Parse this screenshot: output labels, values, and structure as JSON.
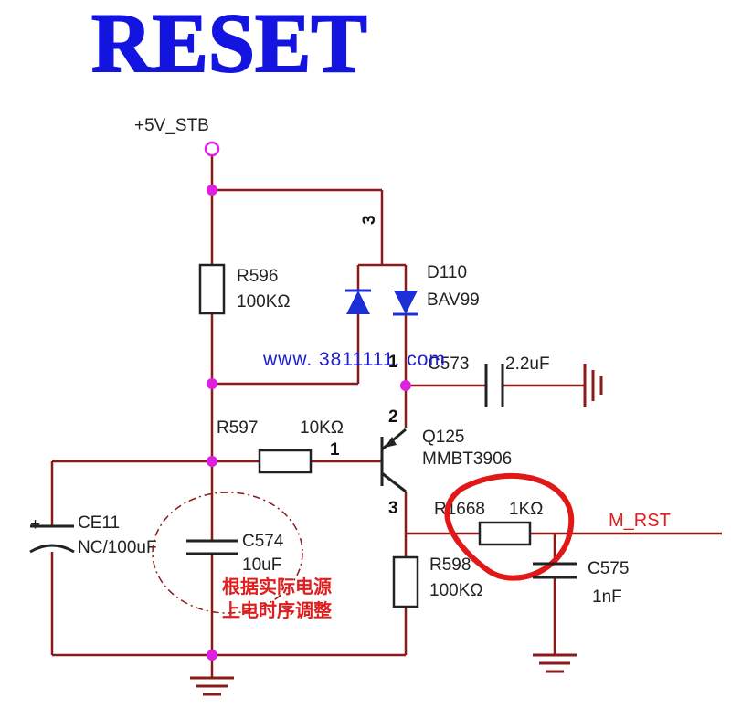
{
  "title": "RESET",
  "watermark": "www. 3811111. com",
  "power_rail": "+5V_STB",
  "net_label": "M_RST",
  "note_lines": [
    "根据实际电源",
    "上电时序调整"
  ],
  "components": {
    "r596": {
      "ref": "R596",
      "value": "100KΩ"
    },
    "d110": {
      "ref": "D110",
      "value": "BAV99"
    },
    "c573": {
      "ref": "C573",
      "value": "2.2uF"
    },
    "r597": {
      "ref": "R597",
      "value": "10KΩ"
    },
    "q125": {
      "ref": "Q125",
      "value": "MMBT3906"
    },
    "r1668": {
      "ref": "R1668",
      "value": "1KΩ"
    },
    "ce11": {
      "ref": "CE11",
      "value": "NC/100uF"
    },
    "c574": {
      "ref": "C574",
      "value": "10uF"
    },
    "r598": {
      "ref": "R598",
      "value": "100KΩ"
    },
    "c575": {
      "ref": "C575",
      "value": "1nF"
    }
  },
  "pins": {
    "d_top": "3",
    "d_mid": "1",
    "q_base": "1",
    "q_emitter": "2",
    "q_collector": "3"
  },
  "colors": {
    "title": "#1414e0",
    "wire": "#8b1a1a",
    "component": "#222222",
    "diode": "#1c2fd6",
    "junction": "#e020e0",
    "note": "#e01e1e",
    "highlight": "#e01818",
    "watermark": "#1d1dd6"
  }
}
